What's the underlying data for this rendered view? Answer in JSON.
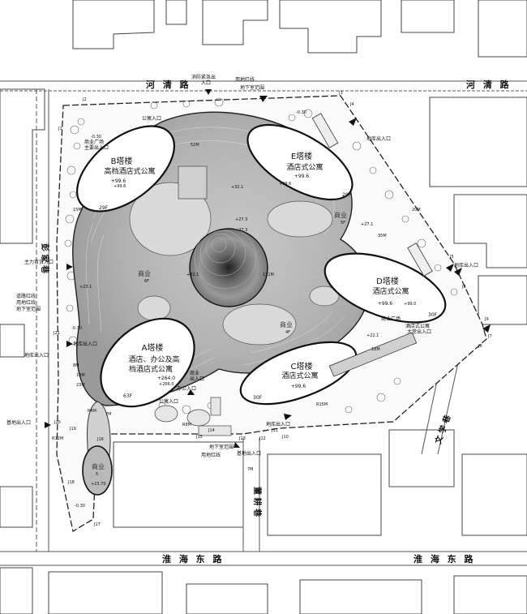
{
  "roads": {
    "heqing_left": "河 清 路",
    "heqing_right": "河 清 路",
    "huaihai_left": "淮 海 东 路",
    "huaihai_right": "淮 海 东 路",
    "wenxue": "文 学 巷",
    "donggeng": "董 耕 巷",
    "pengjia": "彭 家 巷"
  },
  "towers": {
    "a": {
      "name": "A塔楼",
      "use1": "酒店、办公及高",
      "use2": "档酒店式公寓",
      "level": "+264.0",
      "floors": "63F"
    },
    "b": {
      "name": "B塔楼",
      "use1": "高档酒店式公寓",
      "level": "+99.6",
      "floors": "29F"
    },
    "c": {
      "name": "C塔楼",
      "use1": "酒店式公寓",
      "level": "+99.6",
      "floors": "30F"
    },
    "d": {
      "name": "D塔楼",
      "use1": "酒店式公寓",
      "level": "+99.6",
      "floors": "30F"
    },
    "e": {
      "name": "E塔楼",
      "use1": "酒店式公寓",
      "level": "+99.6",
      "floors": "29F"
    }
  },
  "zones": {
    "commercial_w": "商业",
    "commercial_w_floors": "6F",
    "commercial_ne": "商业",
    "commercial_ne_floors": "5F",
    "commercial_s": "商业",
    "commercial_s_floors": "4F",
    "commercial_sw": "商业",
    "commercial_sw_floors": "5"
  },
  "annotations": {
    "fire_entry": "消防紧急出",
    "fire_entry2": "入口",
    "redline": "用地红线",
    "basement": "地下室范围",
    "apartment_entry": "公寓入口",
    "plaza_north": "商业广场",
    "plaza_north2": "主要出入口",
    "garage_entry_ne": "地库出入口",
    "main_entry": "主力百货入口",
    "redline_w1": "道路红线",
    "redline_w2": "用地红线",
    "redline_w3": "地下室范围",
    "garage_exit_w": "地库出入口",
    "basement_entry_w": "基地出入口",
    "garage_e": "地库出入口",
    "plaza_e": "商业广场",
    "apartment_hall": "酒店式公寓",
    "apartment_hall2": "大堂出入口",
    "garage_s": "地库出入口",
    "basement_s": "地下室范围",
    "redline_s": "用地红线",
    "site_entry_s": "基地出入口",
    "commercial_entry": "商业",
    "commercial_entry2": "出入口",
    "office_entry": "办公入口",
    "apartment_entry_s": "公寓入口"
  },
  "levels": {
    "l1": "-0.30",
    "l2": "-0.30",
    "l3": "-0.30",
    "l4": "-0.30",
    "l5": "+27.3",
    "l6": "+27.1",
    "l7": "+22.1",
    "l8": "+32.1",
    "l9": "+99.0",
    "l10": "+23.1",
    "l11": "+23.70",
    "l12": "+99.6",
    "l13": "+99.6",
    "l14": "+266.0",
    "l15": "+32.1",
    "l16": "+27.3"
  },
  "junctions": {
    "j1": "J1",
    "j2": "J2",
    "j3": "J3",
    "j4": "J4",
    "j5": "J5",
    "j6": "J6",
    "j7": "J7",
    "j8": "J8",
    "j9": "J9",
    "j10": "J10",
    "j11": "J11",
    "j12": "J12",
    "j13": "J13",
    "j14": "J14",
    "j15": "J15",
    "j16": "J16",
    "j17": "J17",
    "j18": "J18",
    "j19": "J19",
    "j20": "J20",
    "j21": "J21"
  },
  "dims": {
    "d1": "15M",
    "d2": "10M",
    "d3": "7M",
    "d4": "R15M",
    "d5": "R8M",
    "d6": "R12M",
    "d7": "R4M",
    "d8": "8M",
    "d9": "23M",
    "d10": "7M",
    "d11": "52M",
    "d12": "18M",
    "d13": "20M",
    "d14": "35M",
    "d15": "111M"
  }
}
